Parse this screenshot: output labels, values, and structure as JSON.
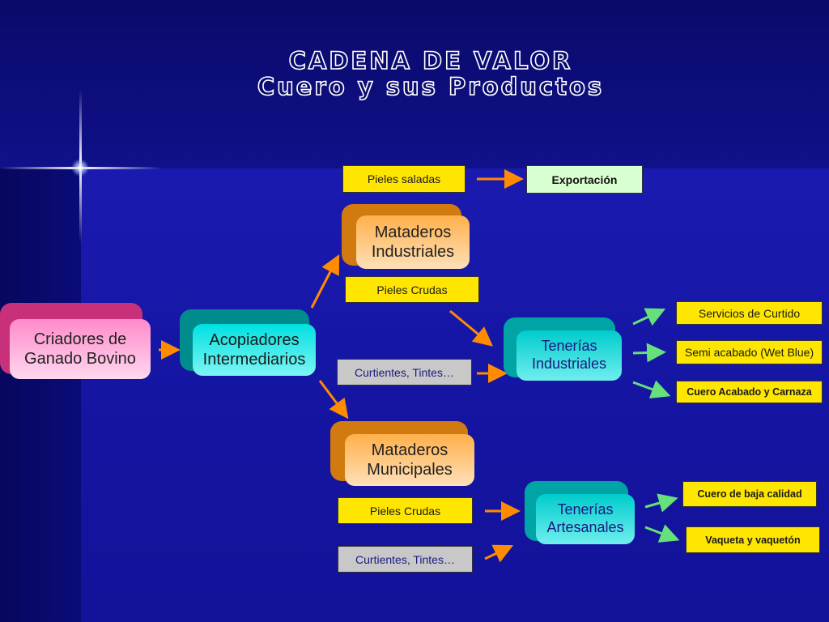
{
  "title": {
    "line1": "CADENA DE VALOR",
    "line2": "Cuero y sus Productos"
  },
  "nodes": {
    "criadores": [
      "Criadores de",
      "Ganado Bovino"
    ],
    "acopiadores": [
      "Acopiadores",
      "Intermediarios"
    ],
    "mataderos_industriales": [
      "Mataderos",
      "Industriales"
    ],
    "mataderos_municipales": [
      "Mataderos",
      "Municipales"
    ],
    "tenerias_industriales": [
      "Tenerías",
      "Industriales"
    ],
    "tenerias_artesanales": [
      "Tenerías",
      "Artesanales"
    ]
  },
  "labels": {
    "pieles_saladas": "Pieles saladas",
    "exportacion": "Exportación",
    "pieles_crudas_1": "Pieles Crudas",
    "curtientes_1": "Curtientes, Tintes…",
    "pieles_crudas_2": "Pieles Crudas",
    "curtientes_2": "Curtientes, Tintes…"
  },
  "products": {
    "servicios": "Servicios de Curtido",
    "semi": "Semi acabado (Wet Blue)",
    "cuero_acabado": "Cuero Acabado y Carnaza",
    "baja_calidad": "Cuero de baja calidad",
    "vaqueta": "Vaqueta y vaquetón"
  },
  "colors": {
    "orange_arrow": "#ff8c00",
    "green_arrow": "#66e07a",
    "label_yellow": "#ffe600"
  }
}
